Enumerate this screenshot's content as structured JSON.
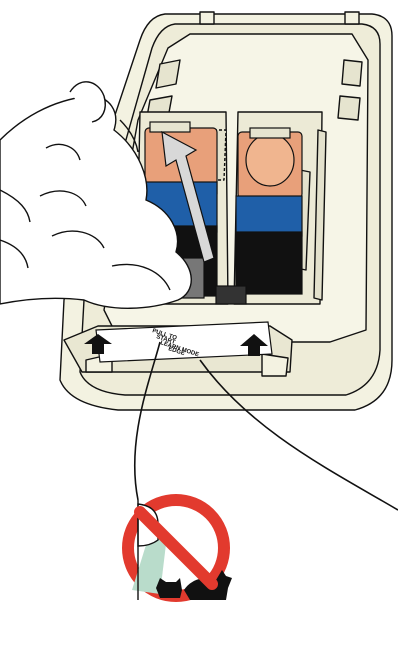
{
  "figure": {
    "caption": "",
    "pull_tab": {
      "lines": [
        "PULL TO",
        "START",
        "LEARN MODE",
        "EDGE"
      ]
    },
    "icons": [
      "motion-sensor-icon",
      "no-pets-prohibition-icon",
      "cat-icon",
      "dog-icon",
      "hand-icon"
    ]
  },
  "colors": {
    "housing": "#f3f2e1",
    "housing_shadow": "#d9d8c4",
    "battery_copper": "#e8a07a",
    "battery_label": "#1f5fa8",
    "arrow": "#d8d8d8",
    "prohibition_red": "#e23a2e",
    "detection_beam": "#b9dccb",
    "outline": "#111111"
  }
}
